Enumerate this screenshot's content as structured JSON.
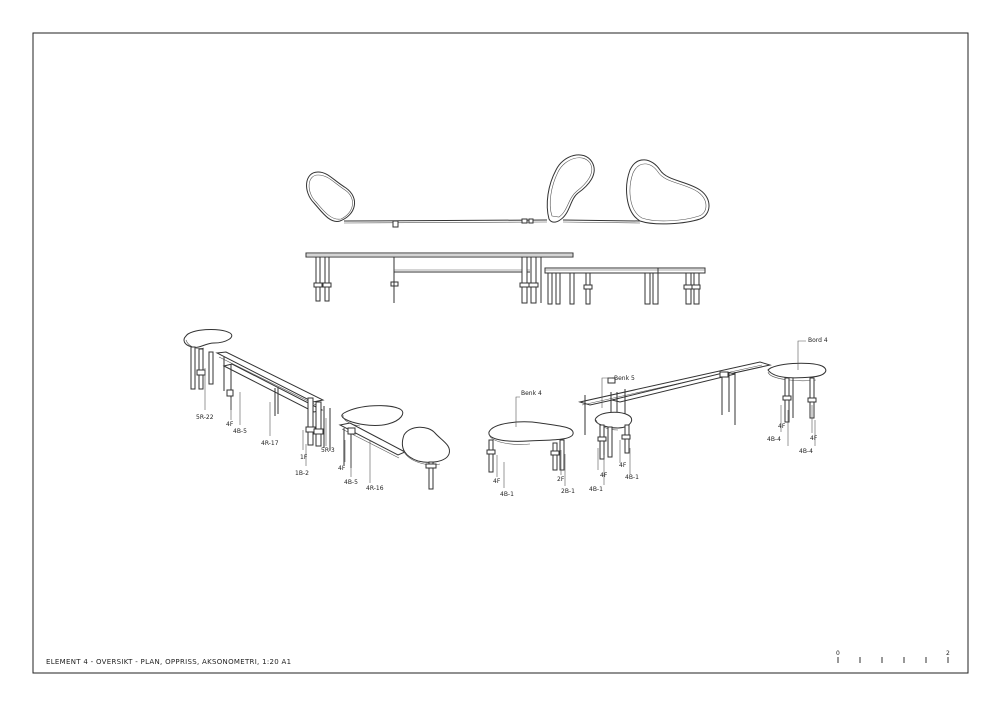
{
  "title": "ELEMENT 4 - OVERSIKT - PLAN, OPPRISS, AKSONOMETRI, 1:20  A1",
  "scale_bar": {
    "start": "0",
    "end": "2"
  },
  "labels_left": {
    "sr22": "5R-22",
    "f4a": "4F",
    "b5a": "4B-5",
    "r17": "4R-17",
    "f1": "1F",
    "b2": "1B-2",
    "sr3": "5R-3",
    "f4b": "4F",
    "b5b": "4B-5",
    "r16": "4R-16"
  },
  "labels_right": {
    "benk4": "Benk 4",
    "benk5": "Benk 5",
    "bord4": "Bord 4",
    "f4c": "4F",
    "b1a": "4B-1",
    "f2": "2F",
    "b21": "2B-1",
    "f4d": "4F",
    "b1b": "4B-1",
    "f4e": "4F",
    "b1c": "4B-1",
    "f4f": "4F",
    "b4a": "4B-4",
    "f4g": "4F",
    "b4b": "4B-4"
  }
}
